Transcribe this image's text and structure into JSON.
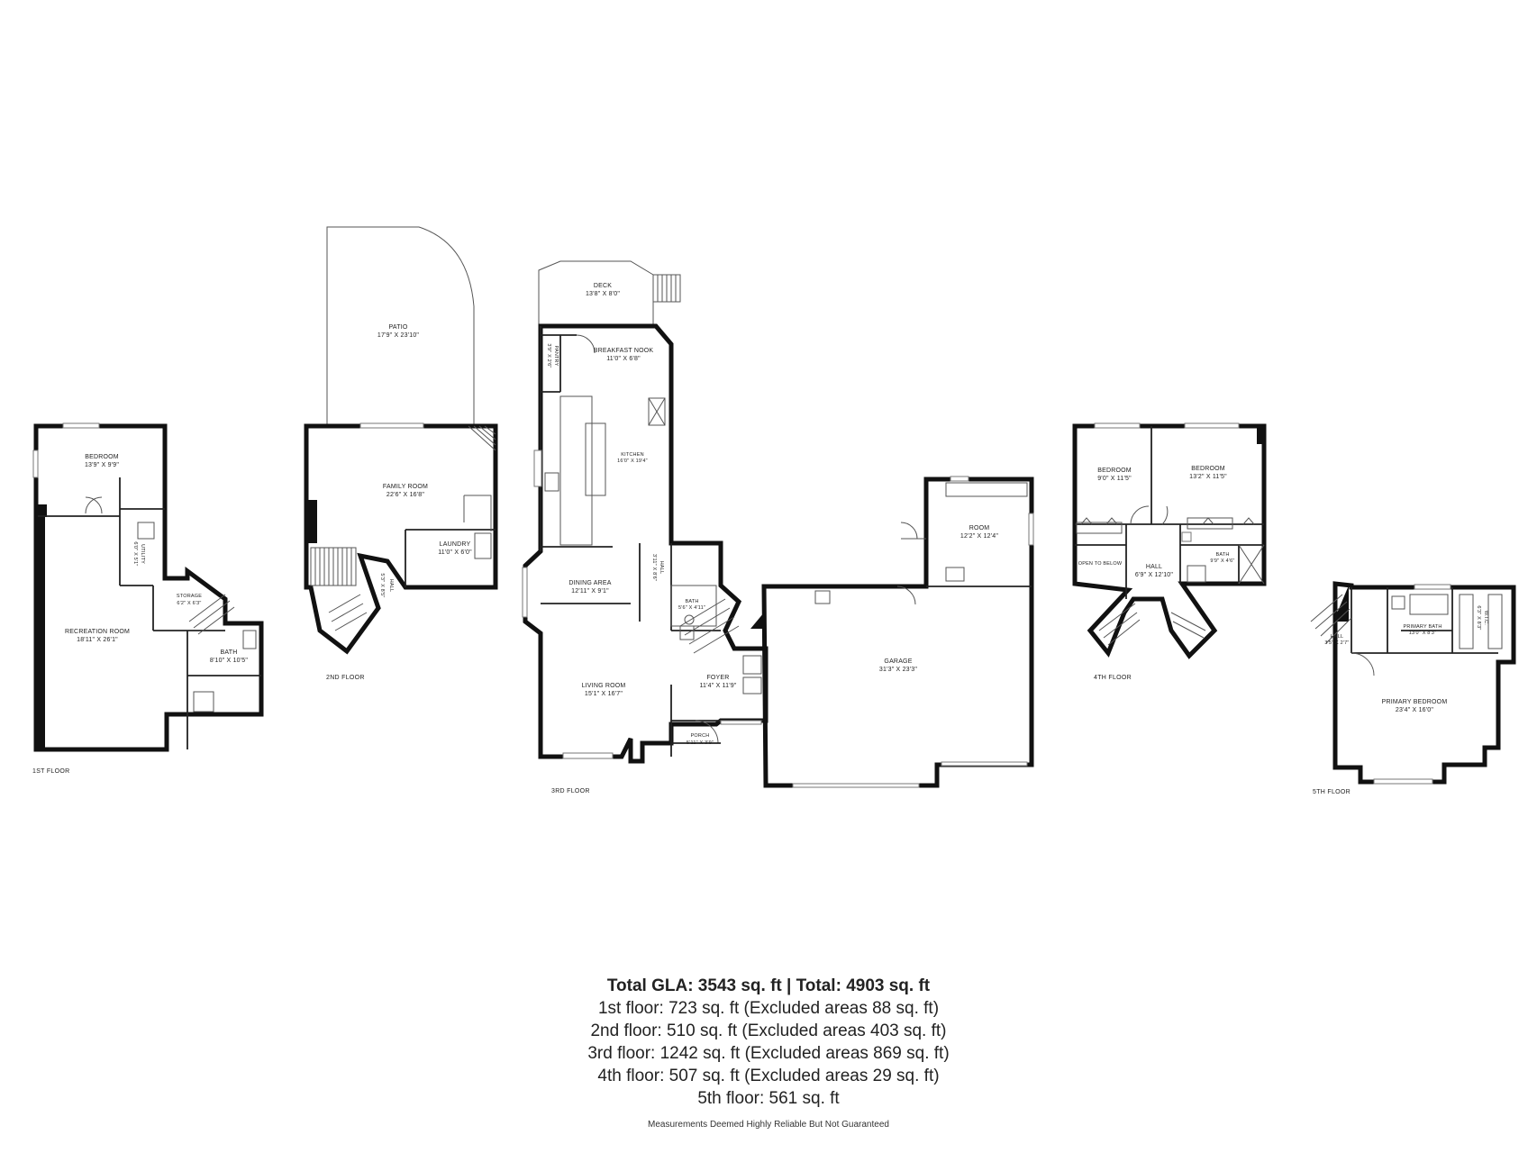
{
  "floors": [
    {
      "label": "1ST FLOOR",
      "rooms": [
        {
          "name": "BEDROOM",
          "dims": "13'9\" X 9'9\""
        },
        {
          "name": "UTILITY",
          "dims": "6'0\" X 5'1\""
        },
        {
          "name": "RECREATION ROOM",
          "dims": "18'11\" X 26'1\""
        },
        {
          "name": "STORAGE",
          "dims": "6'2\" X 6'3\""
        },
        {
          "name": "BATH",
          "dims": "8'10\" X 10'5\""
        }
      ]
    },
    {
      "label": "2ND FLOOR",
      "rooms": [
        {
          "name": "PATIO",
          "dims": "17'9\" X 23'10\""
        },
        {
          "name": "FAMILY ROOM",
          "dims": "22'6\" X 16'8\""
        },
        {
          "name": "LAUNDRY",
          "dims": "11'0\" X 6'0\""
        },
        {
          "name": "HALL",
          "dims": "5'3\" X 8'5\""
        }
      ]
    },
    {
      "label": "3RD FLOOR",
      "rooms": [
        {
          "name": "DECK",
          "dims": "13'8\" X 8'0\""
        },
        {
          "name": "BREAKFAST NOOK",
          "dims": "11'0\" X 6'8\""
        },
        {
          "name": "PANTRY",
          "dims": "3'9\" X 2'6\""
        },
        {
          "name": "KITCHEN",
          "dims": "16'0\" X 19'4\""
        },
        {
          "name": "DINING AREA",
          "dims": "12'11\" X 9'1\""
        },
        {
          "name": "HALL",
          "dims": "3'11\" X 8'6\""
        },
        {
          "name": "BATH",
          "dims": "5'6\" X 4'11\""
        },
        {
          "name": "LIVING ROOM",
          "dims": "15'1\" X 16'7\""
        },
        {
          "name": "FOYER",
          "dims": "11'4\" X 11'9\""
        },
        {
          "name": "PORCH",
          "dims": "5'11\" X 3'9\""
        },
        {
          "name": "ROOM",
          "dims": "12'2\" X 12'4\""
        },
        {
          "name": "GARAGE",
          "dims": "31'3\" X 23'3\""
        }
      ]
    },
    {
      "label": "4TH FLOOR",
      "rooms": [
        {
          "name": "BEDROOM",
          "dims": "9'0\" X 11'5\""
        },
        {
          "name": "BEDROOM",
          "dims": "13'2\" X 11'5\""
        },
        {
          "name": "OPEN TO BELOW",
          "dims": ""
        },
        {
          "name": "HALL",
          "dims": "6'9\" X 12'10\""
        },
        {
          "name": "BATH",
          "dims": "9'9\" X 4'6\""
        }
      ]
    },
    {
      "label": "5TH FLOOR",
      "rooms": [
        {
          "name": "HALL",
          "dims": "3'5\" X 2'7\""
        },
        {
          "name": "PRIMARY BATH",
          "dims": "13'0\" X 8'3\""
        },
        {
          "name": "W.I.C.",
          "dims": "6'3\" X 8'3\""
        },
        {
          "name": "PRIMARY BEDROOM",
          "dims": "23'4\" X 16'0\""
        }
      ]
    }
  ],
  "summary": {
    "headline": "Total GLA: 3543 sq. ft | Total: 4903 sq. ft",
    "lines": [
      "1st floor: 723 sq. ft (Excluded areas 88 sq. ft)",
      "2nd floor: 510 sq. ft (Excluded areas 403 sq. ft)",
      "3rd floor: 1242 sq. ft (Excluded areas 869 sq. ft)",
      "4th floor: 507 sq. ft (Excluded areas 29 sq. ft)",
      "5th floor: 561 sq. ft"
    ]
  },
  "disclaimer": "Measurements Deemed Highly Reliable But Not Guaranteed"
}
